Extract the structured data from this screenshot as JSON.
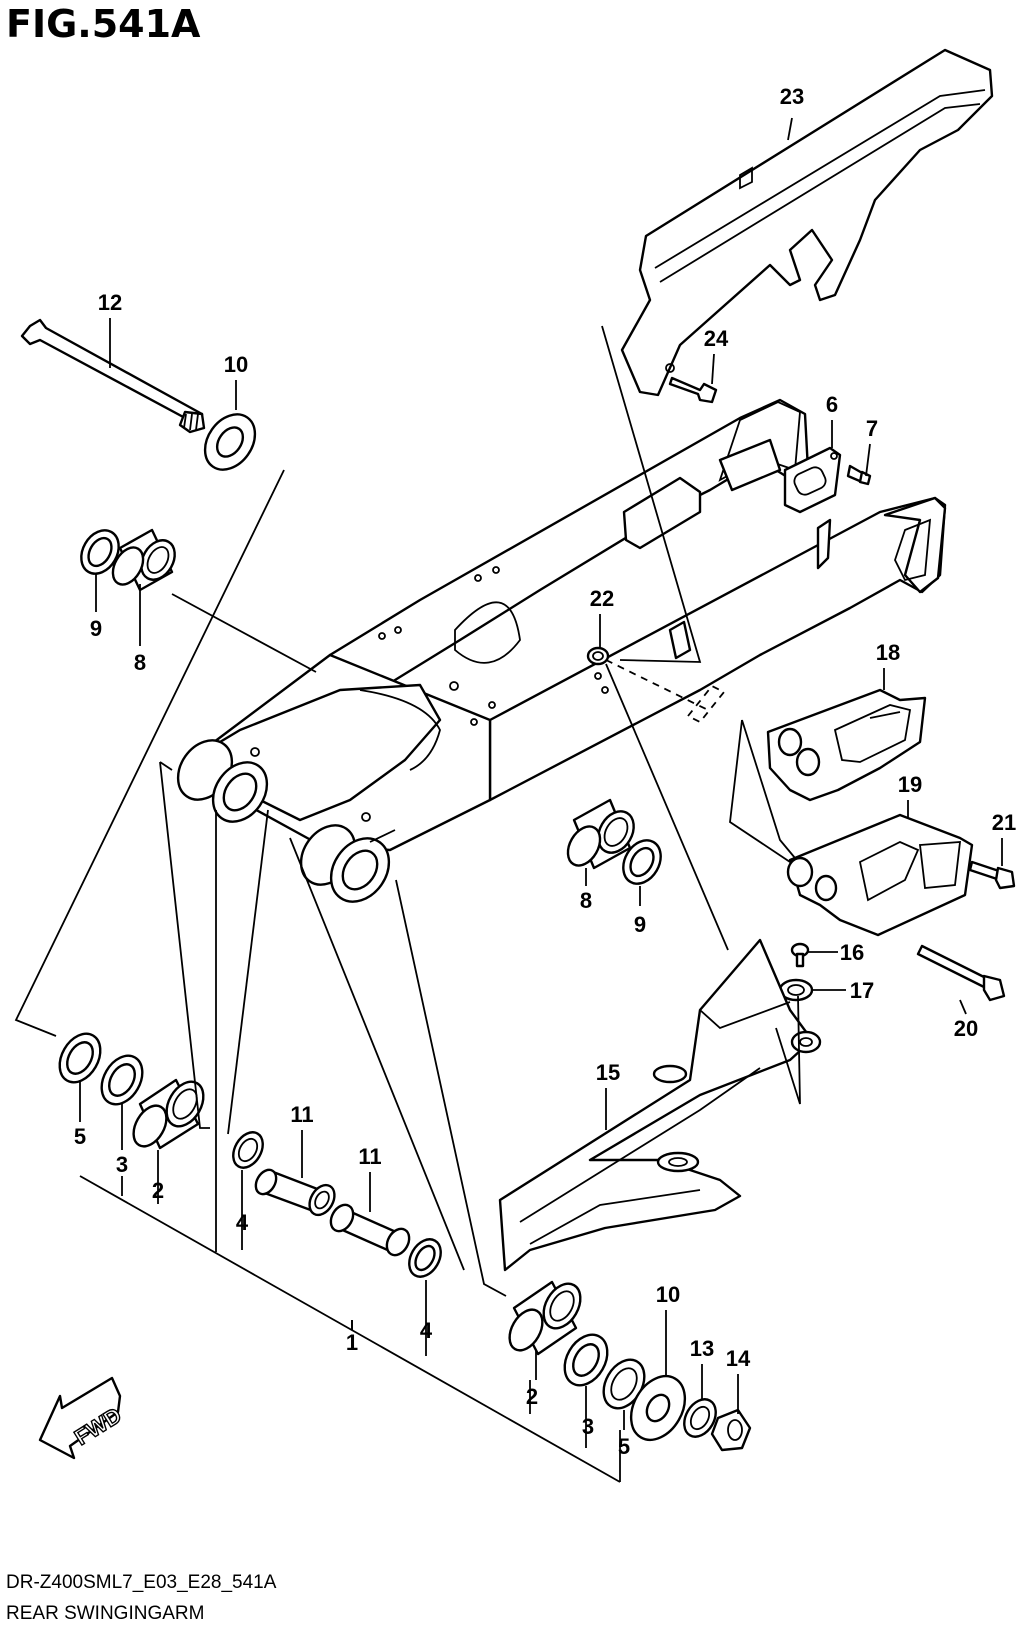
{
  "header": {
    "figure_title": "FIG.541A"
  },
  "footer": {
    "model_code": "DR-Z400SML7_E03_E28_541A",
    "section_name": "REAR SWINGINGARM"
  },
  "fwd_label": "FWD",
  "callouts": {
    "c23": "23",
    "c24": "24",
    "c12": "12",
    "c10a": "10",
    "c6": "6",
    "c7": "7",
    "c9a": "9",
    "c8a": "8",
    "c22": "22",
    "c18": "18",
    "c19": "19",
    "c21": "21",
    "c8b": "8",
    "c9b": "9",
    "c16": "16",
    "c17": "17",
    "c20": "20",
    "c15": "15",
    "c11a": "11",
    "c11b": "11",
    "c5a": "5",
    "c3a": "3",
    "c2a": "2",
    "c4a": "4",
    "c1": "1",
    "c4b": "4",
    "c10b": "10",
    "c13": "13",
    "c14": "14",
    "c2b": "2",
    "c3b": "3",
    "c5b": "5"
  }
}
